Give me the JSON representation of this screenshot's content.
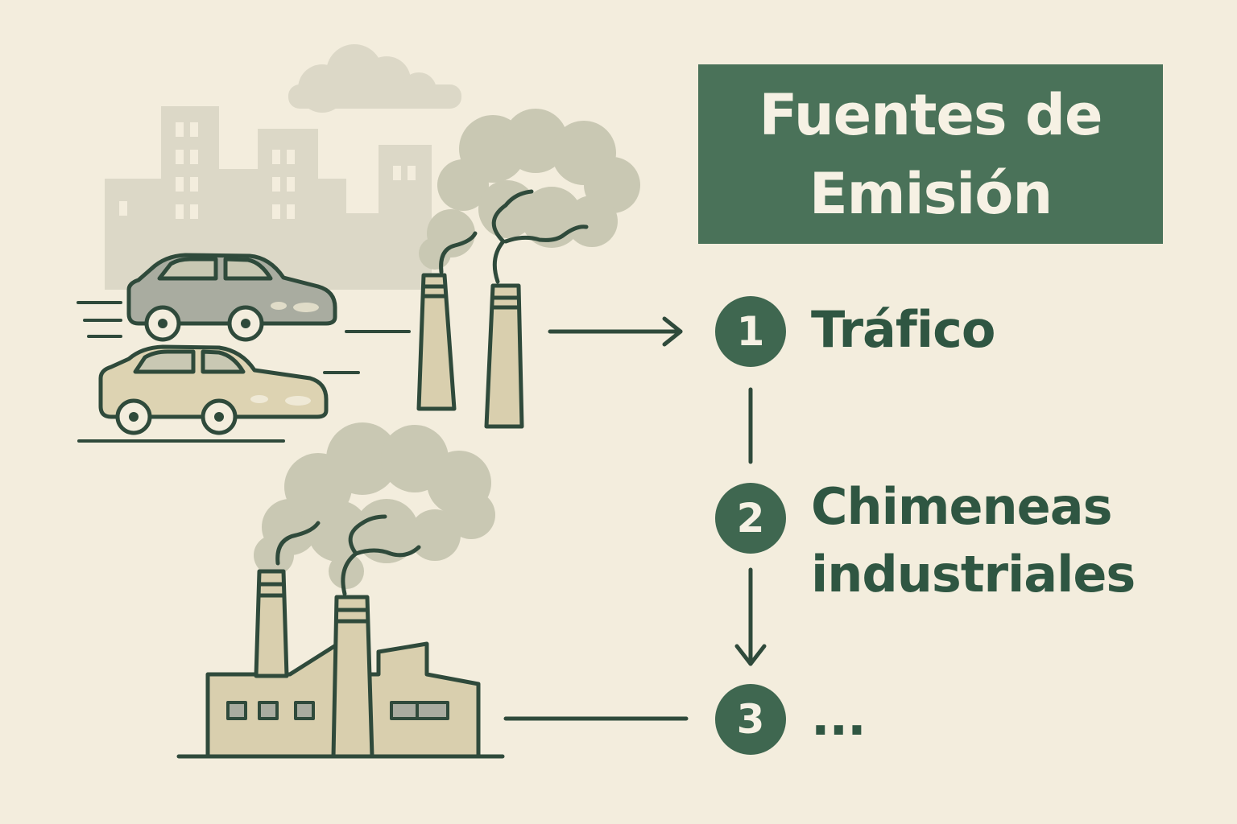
{
  "title": {
    "line1": "Fuentes de",
    "line2": "Emisión"
  },
  "steps": [
    {
      "number": "1",
      "label_line1": "Tráfico",
      "label_line2": ""
    },
    {
      "number": "2",
      "label_line1": "Chimeneas",
      "label_line2": "industriales"
    },
    {
      "number": "3",
      "label_line1": "...",
      "label_line2": ""
    }
  ],
  "colors": {
    "background": "#f3eddd",
    "accent_green": "#4a7259",
    "dark_green_outline": "#2f4a3b",
    "smoke": "#c9c8b3",
    "city_silhouette": "#dcd8c7",
    "beige_fill": "#d9cfae"
  },
  "icons": [
    "city-skyline-icon",
    "cloud-icon",
    "car-icon",
    "smokestack-icon",
    "factory-icon"
  ]
}
